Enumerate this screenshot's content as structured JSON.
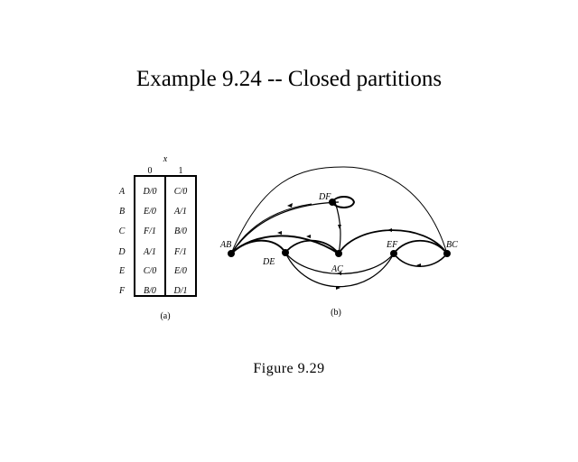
{
  "title": "Example 9.24 -- Closed partitions",
  "caption": "Figure 9.29",
  "table": {
    "input_label": "x",
    "columns": [
      "0",
      "1"
    ],
    "rows": [
      {
        "state": "A",
        "cells": [
          "D/0",
          "C/0"
        ]
      },
      {
        "state": "B",
        "cells": [
          "E/0",
          "A/1"
        ]
      },
      {
        "state": "C",
        "cells": [
          "F/1",
          "B/0"
        ]
      },
      {
        "state": "D",
        "cells": [
          "A/1",
          "F/1"
        ]
      },
      {
        "state": "E",
        "cells": [
          "C/0",
          "E/0"
        ]
      },
      {
        "state": "F",
        "cells": [
          "B/0",
          "D/1"
        ]
      }
    ],
    "sublabel": "(a)"
  },
  "graph": {
    "sublabel": "(b)",
    "nodes": [
      {
        "id": "AB",
        "label": "AB"
      },
      {
        "id": "DE",
        "label": "DE"
      },
      {
        "id": "AC",
        "label": "AC"
      },
      {
        "id": "DF",
        "label": "DF"
      },
      {
        "id": "EF",
        "label": "EF"
      },
      {
        "id": "BC",
        "label": "BC"
      }
    ]
  }
}
